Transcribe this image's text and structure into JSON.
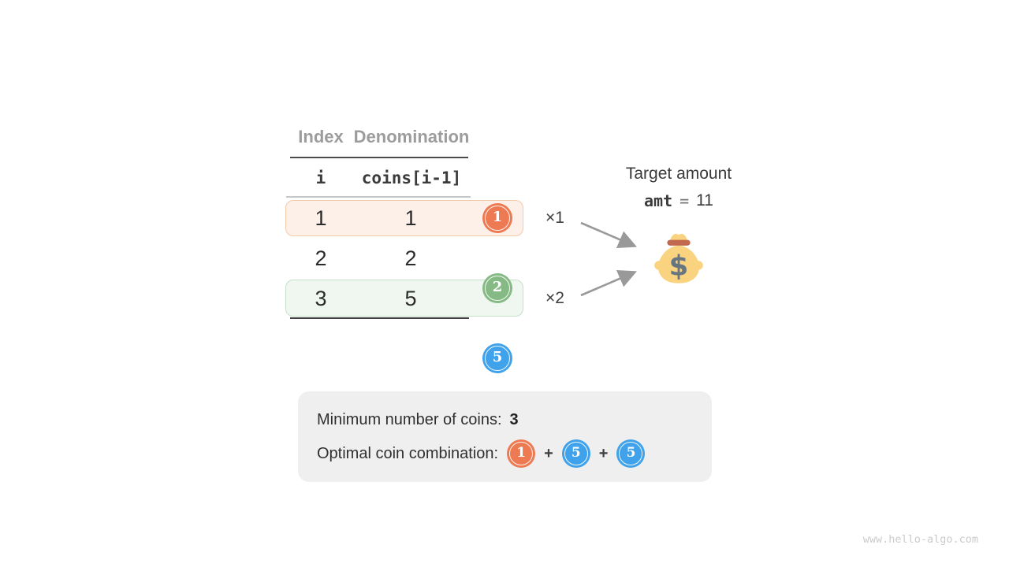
{
  "colors": {
    "coin_orange": "#ED7A52",
    "coin_green": "#86BA85",
    "coin_blue": "#3FA2EA",
    "row_highlight_orange_bg": "#FDF0E8",
    "row_highlight_orange_border": "#F5C9AE",
    "row_highlight_green_bg": "#F0F7F1",
    "row_highlight_green_border": "#C5E0C8",
    "result_box_bg": "#EFEFEF",
    "arrow_gray": "#999999",
    "moneybag_body": "#F9D37F",
    "moneybag_band": "#C1694F",
    "moneybag_dollar": "#66757F"
  },
  "table": {
    "column_headers": {
      "index": "Index",
      "denomination": "Denomination"
    },
    "code_headers": {
      "index": "i",
      "denomination": "coins[i-1]"
    },
    "rows": [
      {
        "index": "1",
        "denomination": "1",
        "coin_value": "1",
        "coin_color": "orange",
        "highlight": "orange"
      },
      {
        "index": "2",
        "denomination": "2",
        "coin_value": "2",
        "coin_color": "green",
        "highlight": "none"
      },
      {
        "index": "3",
        "denomination": "5",
        "coin_value": "5",
        "coin_color": "blue",
        "highlight": "green"
      }
    ]
  },
  "annotations": {
    "multiplier_row1": "×1",
    "multiplier_row3": "×2"
  },
  "target": {
    "label": "Target amount",
    "variable": "amt",
    "equals": "=",
    "value": "11",
    "currency_symbol": "$",
    "moneybag_icon": "money-bag"
  },
  "result_box": {
    "min_coins_label": "Minimum number of coins:",
    "min_coins_value": "3",
    "combination_label": "Optimal coin combination:",
    "combination_coins": [
      "1",
      "5",
      "5"
    ],
    "plus_separator": "+"
  },
  "watermark": "www.hello-algo.com"
}
